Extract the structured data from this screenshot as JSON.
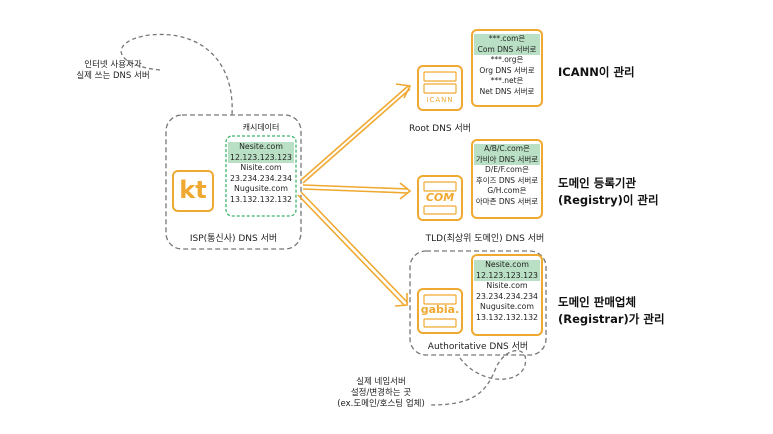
{
  "colors": {
    "orange": "#f0a930",
    "green": "#3cb56a",
    "highlight": "#b9e0c4",
    "gray": "#777777"
  },
  "notes": {
    "top": [
      "인터넷 사용자가",
      "실제 쓰는 DNS 서버"
    ],
    "bottom": [
      "실제 네임서버",
      "설정/변경하는 곳",
      "(ex.도메인/호스팅 업체)"
    ]
  },
  "isp": {
    "cache_title": "캐시데이터",
    "label": "ISP(통신사) DNS 서버",
    "logo_text": "kt",
    "records": [
      {
        "name": "Nesite.com",
        "ip": "12.123.123.123",
        "highlight": true
      },
      {
        "name": "Nisite.com",
        "ip": "23.234.234.234",
        "highlight": false
      },
      {
        "name": "Nugusite.com",
        "ip": "13.132.132.132",
        "highlight": false
      }
    ]
  },
  "root": {
    "label": "Root DNS 서버",
    "logo_text": "ICANN",
    "side": "ICANN이 관리",
    "records": [
      {
        "text": "***.com은",
        "highlight": true
      },
      {
        "text": "Com DNS 서버로",
        "highlight": true
      },
      {
        "text": "***.org은",
        "highlight": false
      },
      {
        "text": "Org DNS 서버로",
        "highlight": false
      },
      {
        "text": "***.net은",
        "highlight": false
      },
      {
        "text": "Net DNS 서버로",
        "highlight": false
      }
    ]
  },
  "tld": {
    "label": "TLD(최상위 도메인) DNS 서버",
    "logo_text": "COM",
    "side": [
      "도메인 등록기관",
      "(Registry)이 관리"
    ],
    "records": [
      {
        "text": "A/B/C.com은",
        "highlight": true
      },
      {
        "text": "가비아 DNS 서버로",
        "highlight": true
      },
      {
        "text": "D/E/F.com은",
        "highlight": false
      },
      {
        "text": "후이즈 DNS 서버로",
        "highlight": false
      },
      {
        "text": "G/H.com은",
        "highlight": false
      },
      {
        "text": "아마존 DNS 서버로",
        "highlight": false
      }
    ]
  },
  "auth": {
    "label": "Authoritative DNS 서버",
    "logo_text": "gabia.",
    "side": [
      "도메인 판매업체",
      "(Registrar)가 관리"
    ],
    "records": [
      {
        "name": "Nesite.com",
        "ip": "12.123.123.123",
        "highlight": true
      },
      {
        "name": "Nisite.com",
        "ip": "23.234.234.234",
        "highlight": false
      },
      {
        "name": "Nugusite.com",
        "ip": "13.132.132.132",
        "highlight": false
      }
    ]
  }
}
